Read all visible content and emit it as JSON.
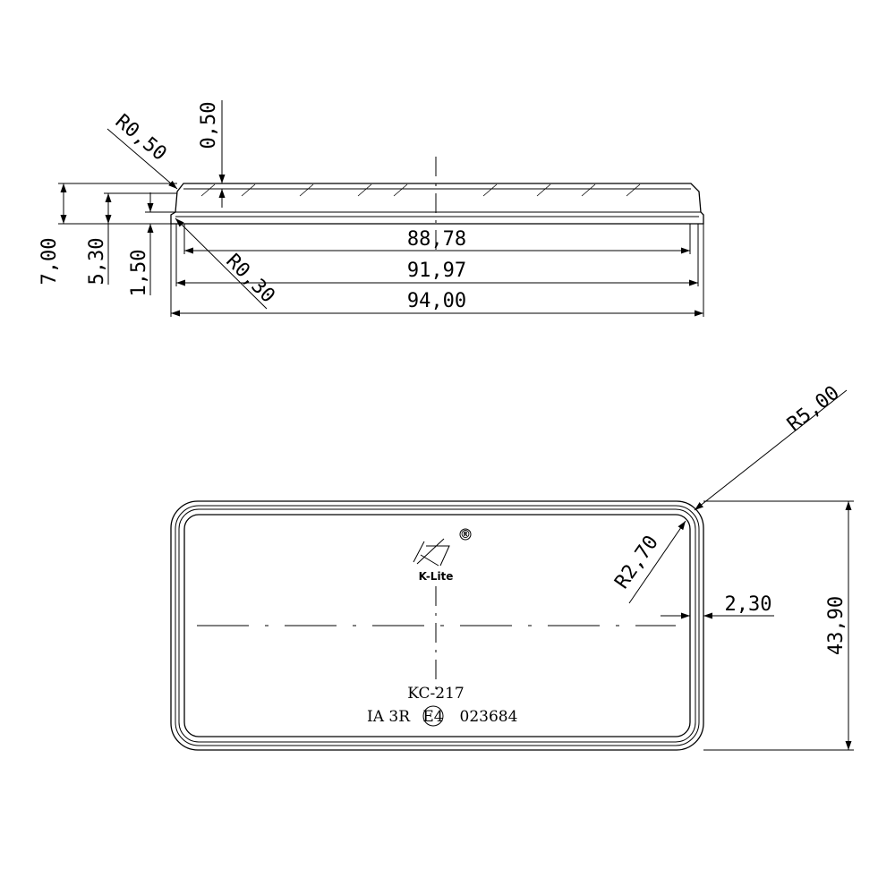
{
  "side_view": {
    "dims": {
      "width_inner": "88,78",
      "width_mid": "91,97",
      "width_overall": "94,00",
      "height_total": "7,00",
      "height_mid": "5,30",
      "height_base": "1,50",
      "radius_top": "R0,50",
      "radius_bottom": "R0,30",
      "thickness": "0,50"
    }
  },
  "front_view": {
    "dims": {
      "outer_radius": "R5,00",
      "inner_radius": "R2,70",
      "rim_width": "2,30",
      "height_overall": "43,90"
    },
    "logo": {
      "brand": "K-Lite",
      "registered": "®"
    },
    "markings": {
      "model": "KC-217",
      "class_code": "IA 3R",
      "approval_mark": "E4",
      "approval_number": "023684"
    }
  }
}
